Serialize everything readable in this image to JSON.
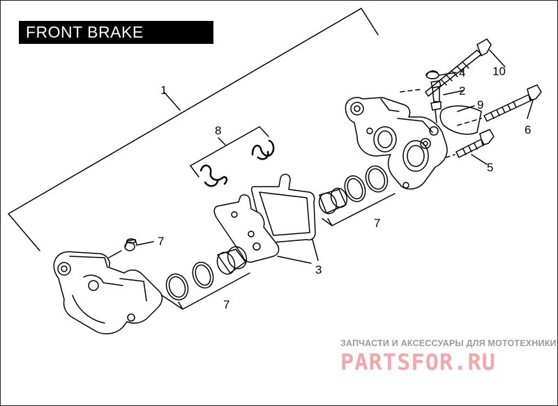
{
  "title": "FRONT BRAKE CALIPER",
  "callouts": {
    "c1": "1",
    "c2": "2",
    "c3": "3",
    "c4": "4",
    "c5": "5",
    "c6": "6",
    "c7a": "7",
    "c7b": "7",
    "c7c": "7",
    "c8": "8",
    "c9": "9",
    "c10": "10"
  },
  "watermark": {
    "tagline": "ЗАПЧАСТИ И АКСЕССУАРЫ ДЛЯ МОТОТЕХНИКИ",
    "logo": "PARTSFOR.RU",
    "logo_color": "#f2a7ad"
  }
}
